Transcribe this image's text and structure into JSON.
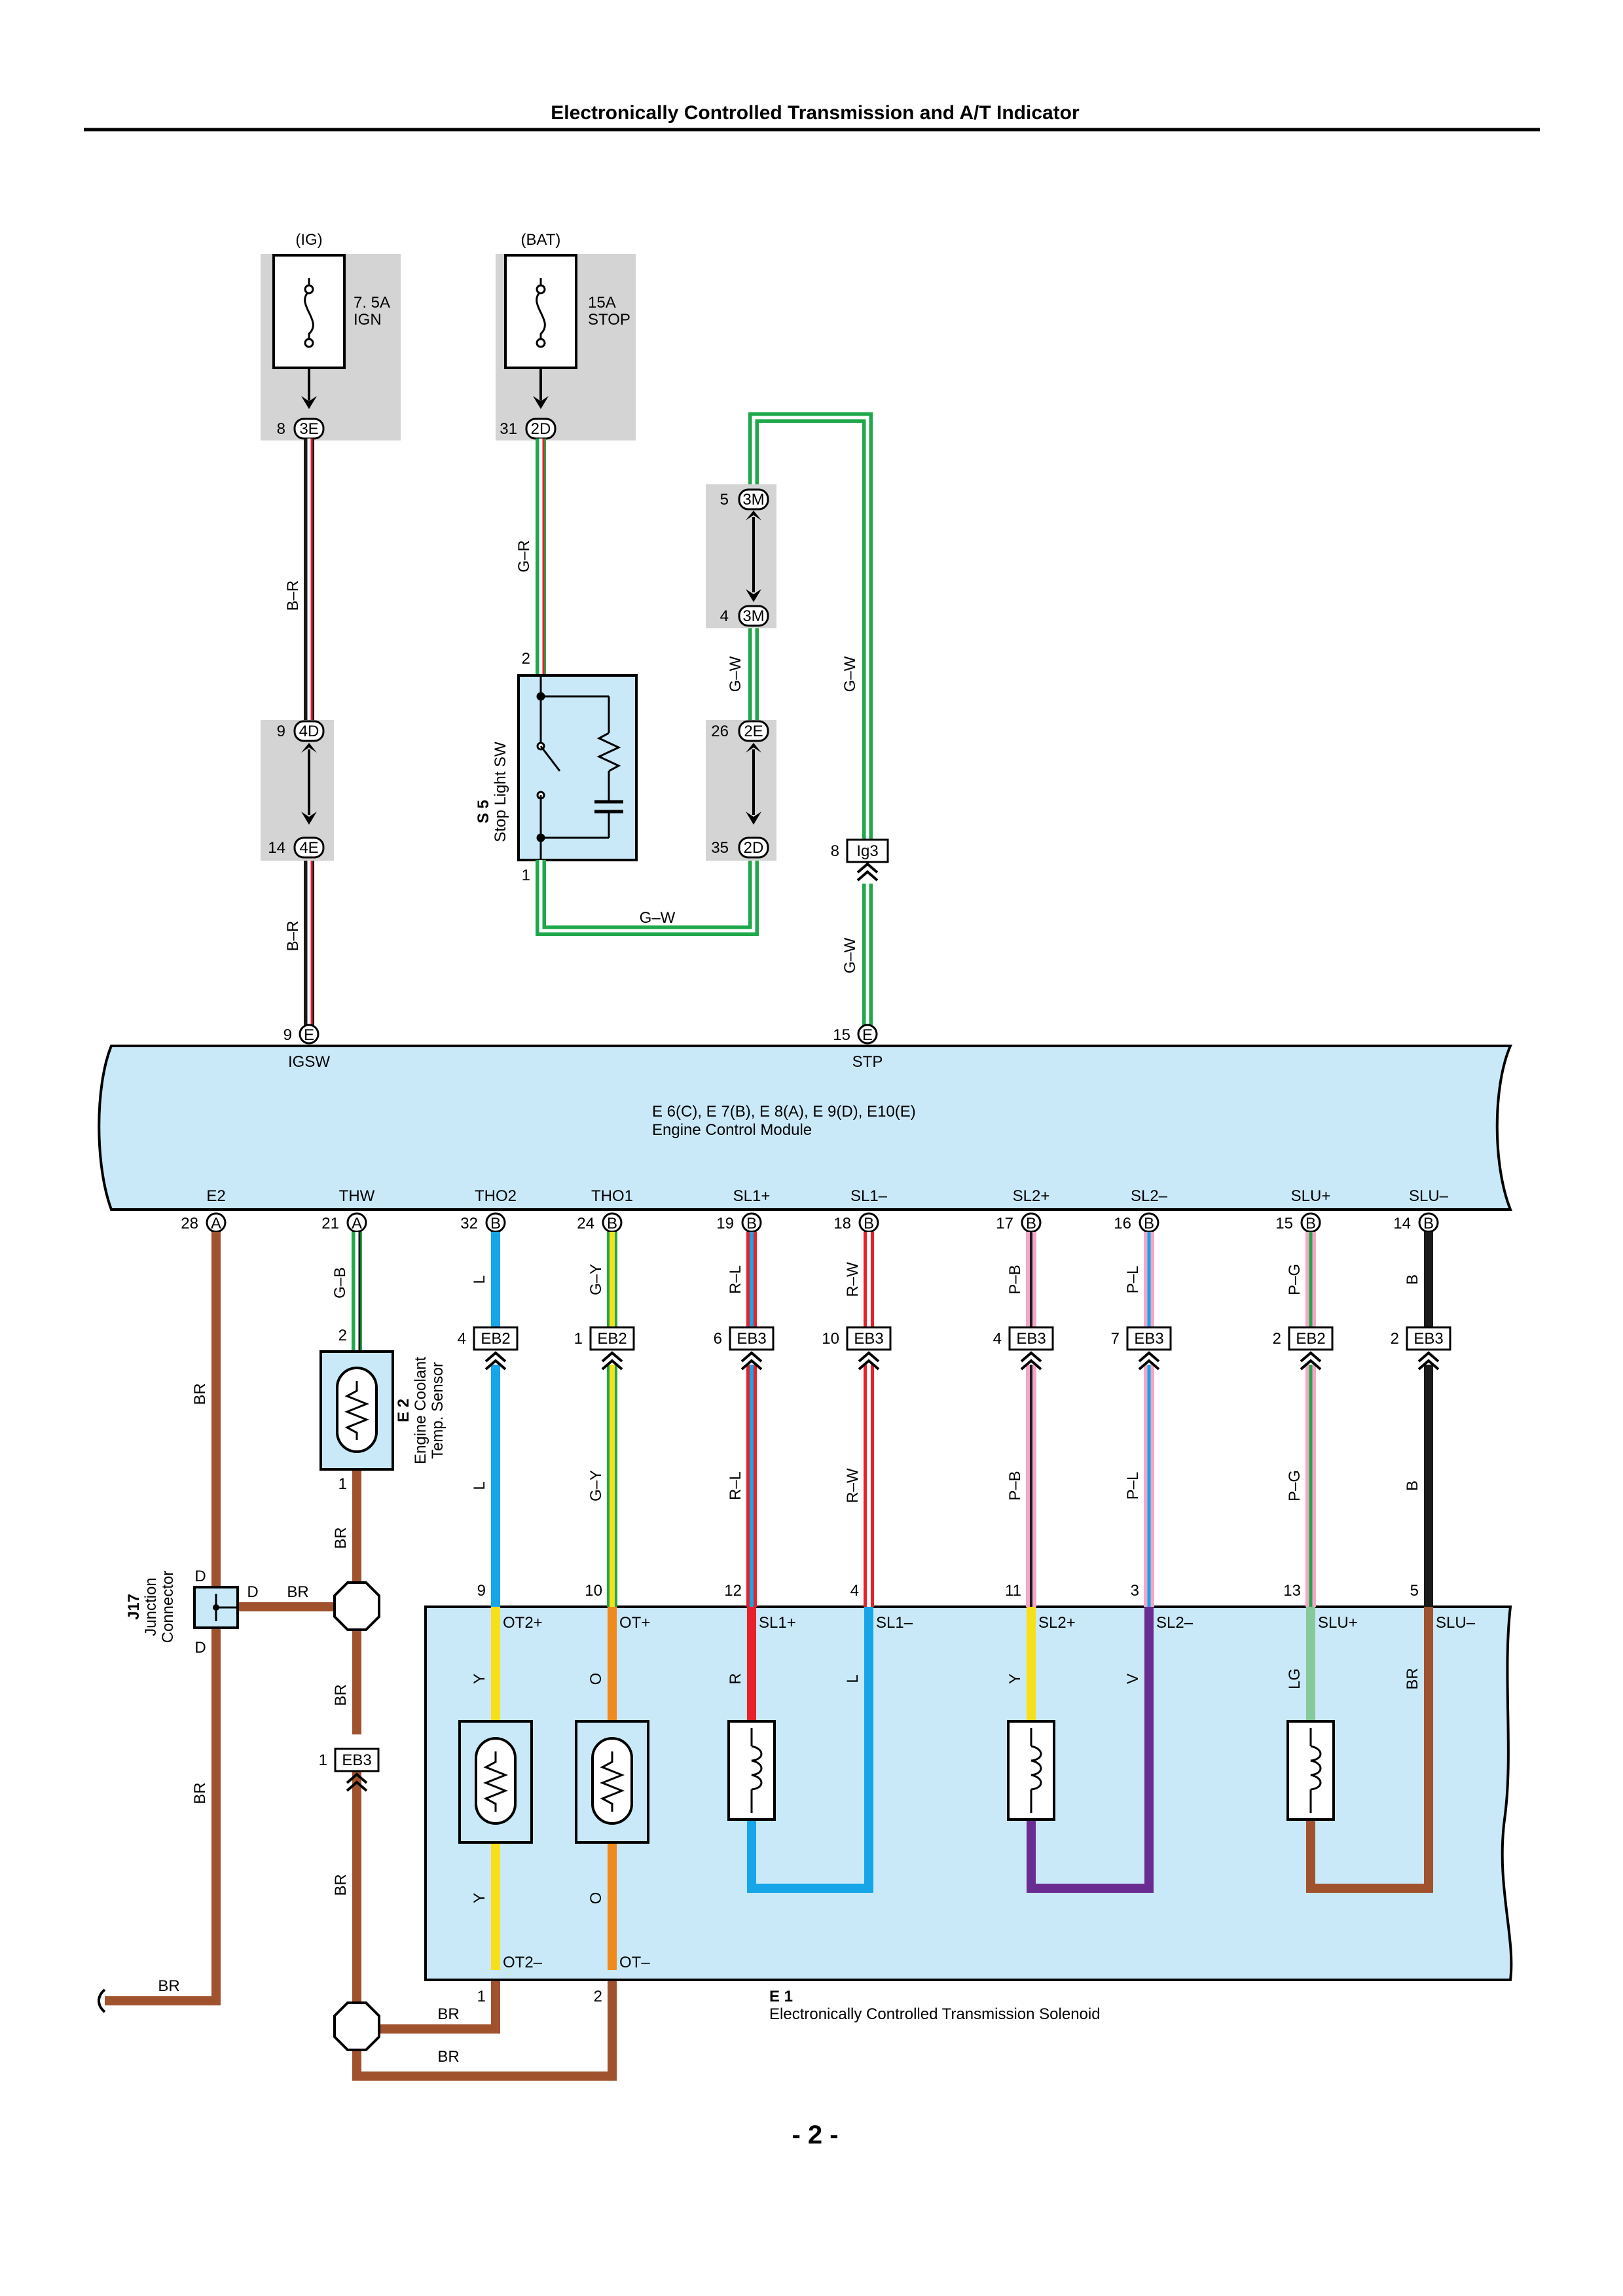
{
  "header": {
    "title": "Electronically Controlled Transmission and A/T Indicator"
  },
  "page_number": "- 2 -",
  "fuses": [
    {
      "source": "(IG)",
      "rating": "7. 5A",
      "name": "IGN",
      "pin": "8",
      "connector": "3E"
    },
    {
      "source": "(BAT)",
      "rating": "15A",
      "name": "STOP",
      "pin": "31",
      "connector": "2D"
    }
  ],
  "stop_light_switch": {
    "id": "S 5",
    "name": "Stop Light SW",
    "pin_top": "2",
    "pin_bottom": "1"
  },
  "junction_pins": [
    {
      "pin": "5",
      "connector": "3M"
    },
    {
      "pin": "4",
      "connector": "3M"
    },
    {
      "pin": "26",
      "connector": "2E"
    },
    {
      "pin": "35",
      "connector": "2D"
    },
    {
      "pin": "9",
      "connector": "4D"
    },
    {
      "pin": "14",
      "connector": "4E"
    }
  ],
  "ig3": {
    "pin": "8",
    "connector": "Ig3"
  },
  "wires": {
    "b_r": "B–R",
    "g_r": "G–R",
    "g_w": "G–W",
    "g_b": "G–B",
    "br": "BR"
  },
  "wire_colors": {
    "green": "#1fa84a",
    "red": "#e8202a",
    "brown": "#a0522d",
    "blue": "#16a5e8",
    "yellow": "#f7e01a",
    "orange": "#f08a1c",
    "purple": "#6b2c91",
    "pink": "#f4a6c8",
    "lightgreen": "#86c99a",
    "black": "#1a1a1a",
    "ecm_fill": "#c9e9f8",
    "splice_fill": "#d4d4d4"
  },
  "ecm": {
    "ids": "E 6(C), E 7(B), E 8(A), E 9(D), E10(E)",
    "name": "Engine Control Module",
    "top_pins": [
      {
        "num": "9",
        "conn": "E",
        "label": "IGSW"
      },
      {
        "num": "15",
        "conn": "E",
        "label": "STP"
      }
    ],
    "bottom_pins": [
      {
        "label": "E2",
        "num": "28",
        "conn": "A",
        "wire": ""
      },
      {
        "label": "THW",
        "num": "21",
        "conn": "A",
        "wire": "G–B"
      },
      {
        "label": "THO2",
        "num": "32",
        "conn": "B",
        "wire": "L"
      },
      {
        "label": "THO1",
        "num": "24",
        "conn": "B",
        "wire": "G–Y"
      },
      {
        "label": "SL1+",
        "num": "19",
        "conn": "B",
        "wire": "R–L"
      },
      {
        "label": "SL1–",
        "num": "18",
        "conn": "B",
        "wire": "R–W"
      },
      {
        "label": "SL2+",
        "num": "17",
        "conn": "B",
        "wire": "P–B"
      },
      {
        "label": "SL2–",
        "num": "16",
        "conn": "B",
        "wire": "P–L"
      },
      {
        "label": "SLU+",
        "num": "15",
        "conn": "B",
        "wire": "P–G"
      },
      {
        "label": "SLU–",
        "num": "14",
        "conn": "B",
        "wire": "B"
      }
    ]
  },
  "eb_connectors": [
    {
      "pin": "4",
      "name": "EB2",
      "wire": "L"
    },
    {
      "pin": "1",
      "name": "EB2",
      "wire": "G–Y"
    },
    {
      "pin": "6",
      "name": "EB3",
      "wire": "R–L"
    },
    {
      "pin": "10",
      "name": "EB3",
      "wire": "R–W"
    },
    {
      "pin": "4",
      "name": "EB3",
      "wire": "P–B"
    },
    {
      "pin": "7",
      "name": "EB3",
      "wire": "P–L"
    },
    {
      "pin": "2",
      "name": "EB2",
      "wire": "P–G"
    },
    {
      "pin": "2",
      "name": "EB3",
      "wire": "B"
    }
  ],
  "eb3_ground": {
    "pin": "1",
    "name": "EB3"
  },
  "coolant_sensor": {
    "id": "E 2",
    "name1": "Engine Coolant",
    "name2": "Temp.  Sensor",
    "pin_top": "2",
    "pin_bottom": "1"
  },
  "junction_connector": {
    "id": "J17",
    "name1": "Junction",
    "name2": "Connector",
    "pin_d": "D"
  },
  "solenoid": {
    "id": "E 1",
    "name": "Electronically Controlled Transmission Solenoid",
    "pins": [
      {
        "num": "9",
        "label": "OT2+",
        "wire": "Y"
      },
      {
        "num": "10",
        "label": "OT+",
        "wire": "O"
      },
      {
        "num": "12",
        "label": "SL1+",
        "wire": "R"
      },
      {
        "num": "4",
        "label": "SL1–",
        "wire": "L"
      },
      {
        "num": "11",
        "label": "SL2+",
        "wire": "Y"
      },
      {
        "num": "3",
        "label": "SL2–",
        "wire": "V"
      },
      {
        "num": "13",
        "label": "SLU+",
        "wire": "LG"
      },
      {
        "num": "5",
        "label": "SLU–",
        "wire": "BR"
      }
    ],
    "bottom_pins": [
      {
        "num": "1",
        "label": "OT2–",
        "wire": "Y"
      },
      {
        "num": "2",
        "label": "OT–",
        "wire": "O"
      }
    ]
  }
}
